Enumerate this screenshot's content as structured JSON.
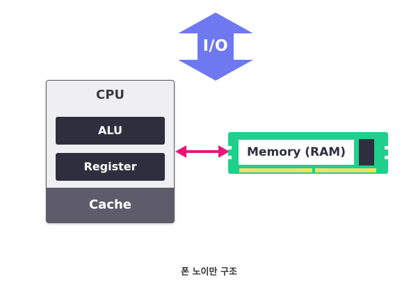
{
  "io": {
    "label": "I/O"
  },
  "cpu": {
    "title": "CPU",
    "units": [
      "ALU",
      "Register"
    ],
    "cache": "Cache"
  },
  "memory": {
    "label": "Memory (RAM)"
  },
  "caption": "폰 노이만 구조",
  "colors": {
    "io_arrow": "#6e78f0",
    "link_arrow": "#e8157a",
    "cpu_unit": "#2e2f3e",
    "cpu_cache": "#5e5b6b",
    "ram_board": "#1fd08c",
    "ram_contacts": "#f2e05a"
  }
}
